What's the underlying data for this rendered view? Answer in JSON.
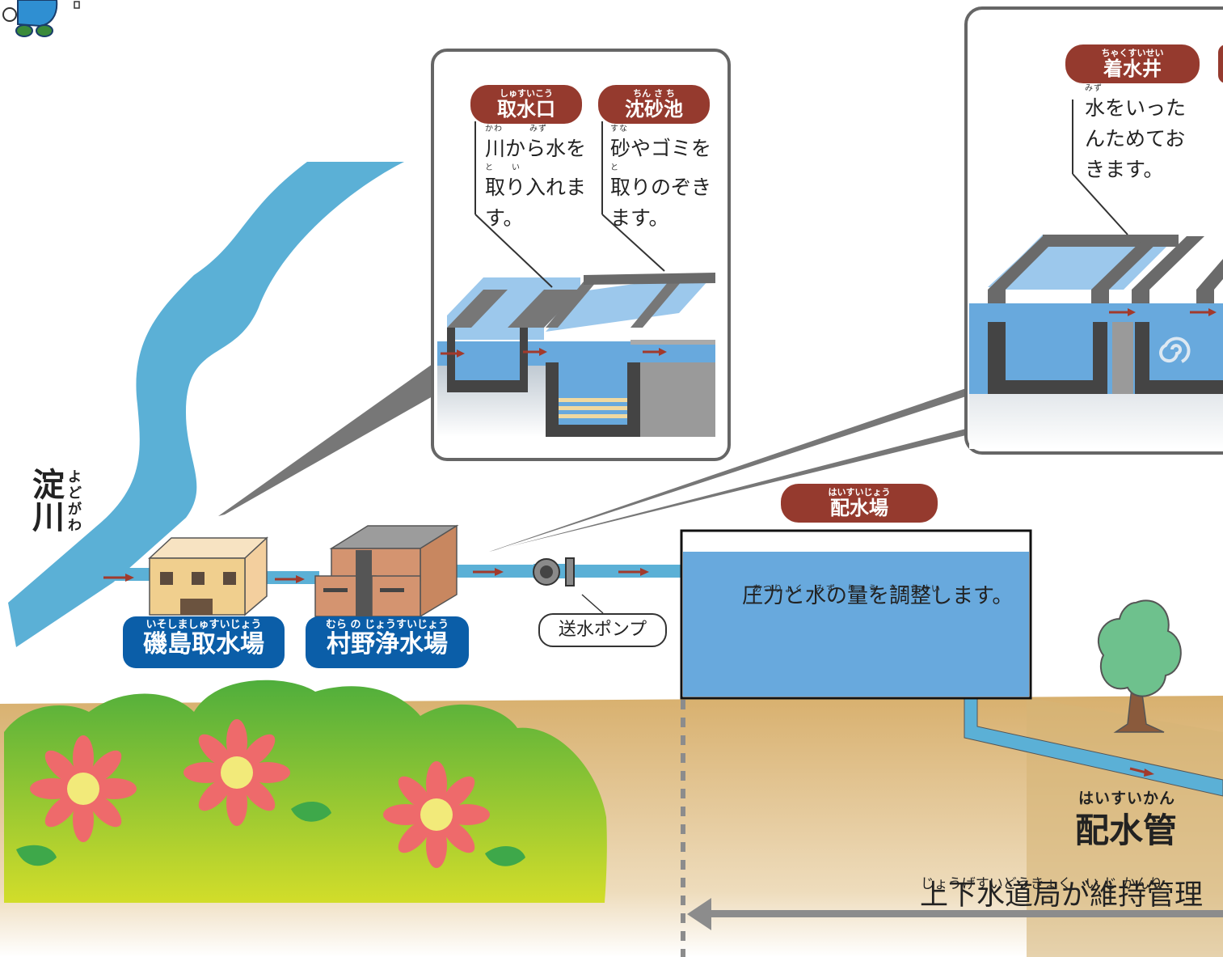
{
  "labels": {
    "river": {
      "name": "淀川",
      "ruby": "よどがわ"
    },
    "intake_station": {
      "name": "磯島取水場",
      "ruby": "いそしましゅすいじょう"
    },
    "purification_plant": {
      "name": "村野浄水場",
      "ruby": "むら の じょうすいじょう"
    },
    "pump": "送水ポンプ",
    "distribution_station": {
      "name": "配水場",
      "ruby": "はいすいじょう",
      "description": "圧力と水の量を調整します。",
      "description_ruby": "あつりょく　みず　りょう　ちょうせい"
    },
    "distribution_pipe": {
      "name": "配水管",
      "ruby": "はいすいかん"
    },
    "maintenance": {
      "text": "上下水道局が維持管理",
      "ruby": "じょうげすいどうきょく　い じ かんり"
    }
  },
  "callouts": {
    "intake": {
      "title": "取水口",
      "title_ruby": "しゅすいこう",
      "lines": [
        "川から水を",
        "取り入れま",
        "す。"
      ],
      "line_ruby": [
        "かわ　　　みず",
        "と　　い",
        ""
      ]
    },
    "settling": {
      "title": "沈砂池",
      "title_ruby": "ちん さ ち",
      "lines": [
        "砂やゴミを",
        "取りのぞき",
        "ます。"
      ],
      "line_ruby": [
        "すな",
        "と",
        ""
      ]
    },
    "receiving_well": {
      "title": "着水井",
      "title_ruby": "ちゃくすいせい",
      "lines": [
        "水をいった",
        "んためてお",
        "きます。"
      ],
      "line_ruby": [
        "みず",
        "",
        ""
      ]
    }
  },
  "colors": {
    "water": "#68a9dd",
    "river": "#5bb0d6",
    "accent_red": "#953a2e",
    "accent_blue": "#0b5ea8",
    "ground": "#dcb97b",
    "bush": "#6cbf3e"
  },
  "icons": [
    "mascot-icon",
    "flow-arrow-icon",
    "pump-icon",
    "tree-icon",
    "flower-icon",
    "spiral-icon"
  ]
}
